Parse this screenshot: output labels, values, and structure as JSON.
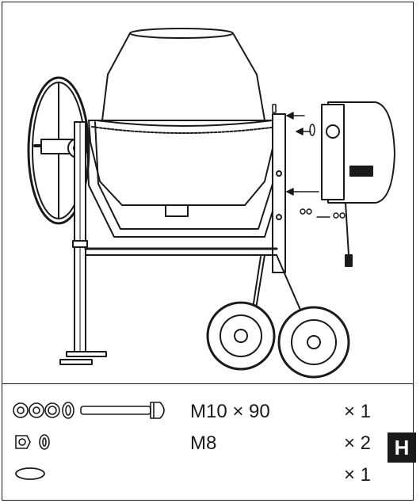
{
  "step_badge": "H",
  "parts": [
    {
      "icon": "bolt-washers-nuts-icon",
      "size": "M10 × 90",
      "qty": "× 1"
    },
    {
      "icon": "nut-washer-icon",
      "size": "M8",
      "qty": "× 2"
    },
    {
      "icon": "ring-icon",
      "size": "",
      "qty": "× 1"
    }
  ]
}
